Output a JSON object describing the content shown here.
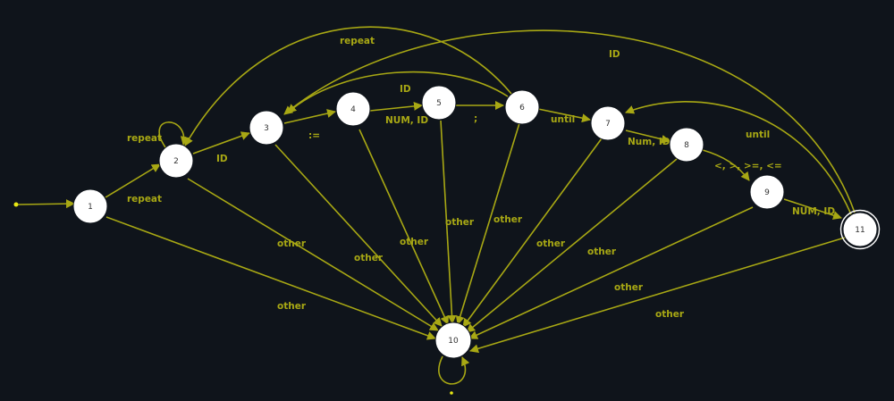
{
  "colors": {
    "background": "#0f141b",
    "edge": "#a8a814",
    "node": "#ffffff",
    "node_text": "#333333"
  },
  "nodes": [
    {
      "id": "1",
      "label": "1"
    },
    {
      "id": "2",
      "label": "2"
    },
    {
      "id": "3",
      "label": "3"
    },
    {
      "id": "4",
      "label": "4"
    },
    {
      "id": "5",
      "label": "5"
    },
    {
      "id": "6",
      "label": "6"
    },
    {
      "id": "7",
      "label": "7"
    },
    {
      "id": "8",
      "label": "8"
    },
    {
      "id": "9",
      "label": "9"
    },
    {
      "id": "10",
      "label": "10"
    },
    {
      "id": "11",
      "label": "11",
      "accepting": true
    }
  ],
  "edges": [
    {
      "id": "e-start-1",
      "from": "start",
      "to": "1",
      "label": ""
    },
    {
      "id": "e-1-2",
      "from": "1",
      "to": "2",
      "label": "repeat"
    },
    {
      "id": "e-2-2",
      "from": "2",
      "to": "2",
      "label": "repeat"
    },
    {
      "id": "e-2-3",
      "from": "2",
      "to": "3",
      "label": "ID"
    },
    {
      "id": "e-3-4",
      "from": "3",
      "to": "4",
      "label": ":="
    },
    {
      "id": "e-4-5",
      "from": "4",
      "to": "5",
      "label": "NUM, ID"
    },
    {
      "id": "e-5-6",
      "from": "5",
      "to": "6",
      "label": ";"
    },
    {
      "id": "e-6-3",
      "from": "6",
      "to": "3",
      "label": "ID"
    },
    {
      "id": "e-6-2",
      "from": "6",
      "to": "2",
      "label": "repeat"
    },
    {
      "id": "e-6-7",
      "from": "6",
      "to": "7",
      "label": "until"
    },
    {
      "id": "e-7-8",
      "from": "7",
      "to": "8",
      "label": "Num, ID"
    },
    {
      "id": "e-8-9",
      "from": "8",
      "to": "9",
      "label": "<, >, >=, <="
    },
    {
      "id": "e-9-11",
      "from": "9",
      "to": "11",
      "label": "NUM, ID"
    },
    {
      "id": "e-11-7",
      "from": "11",
      "to": "7",
      "label": "until"
    },
    {
      "id": "e-11-3",
      "from": "11",
      "to": "3",
      "label": "ID"
    },
    {
      "id": "e-1-10",
      "from": "1",
      "to": "10",
      "label": "other"
    },
    {
      "id": "e-2-10",
      "from": "2",
      "to": "10",
      "label": "other"
    },
    {
      "id": "e-3-10",
      "from": "3",
      "to": "10",
      "label": "other"
    },
    {
      "id": "e-4-10",
      "from": "4",
      "to": "10",
      "label": "other"
    },
    {
      "id": "e-5-10",
      "from": "5",
      "to": "10",
      "label": "other"
    },
    {
      "id": "e-6-10",
      "from": "6",
      "to": "10",
      "label": "other"
    },
    {
      "id": "e-7-10",
      "from": "7",
      "to": "10",
      "label": "other"
    },
    {
      "id": "e-8-10",
      "from": "8",
      "to": "10",
      "label": "other"
    },
    {
      "id": "e-9-10",
      "from": "9",
      "to": "10",
      "label": "other"
    },
    {
      "id": "e-11-10",
      "from": "11",
      "to": "10",
      "label": "other"
    },
    {
      "id": "e-10-10",
      "from": "10",
      "to": "10",
      "label": ""
    }
  ]
}
